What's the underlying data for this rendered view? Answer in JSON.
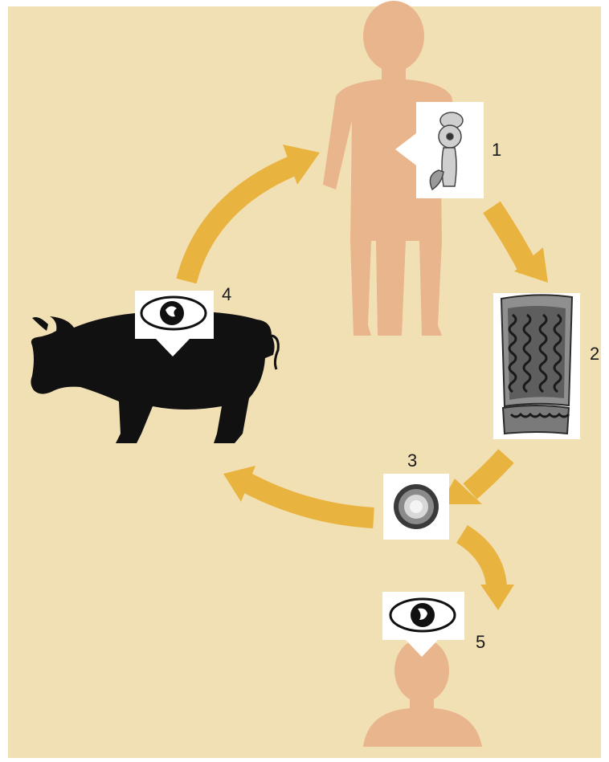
{
  "diagram": {
    "stages": [
      {
        "number": "1",
        "icon": "adult-tapeworm-icon"
      },
      {
        "number": "2",
        "icon": "gravid-proglottid-icon"
      },
      {
        "number": "3",
        "icon": "egg-icon"
      },
      {
        "number": "4",
        "icon": "cysticercus-in-pig-icon"
      },
      {
        "number": "5",
        "icon": "cysticercus-in-human-icon"
      }
    ],
    "hosts": [
      "human-figure-icon",
      "pig-silhouette-icon",
      "human-head-shoulders-icon"
    ],
    "colors": {
      "background": "#f2e0b5",
      "human": "#e8b58c",
      "arrow": "#e9b340",
      "pig": "#111111",
      "panel": "#ffffff"
    }
  }
}
